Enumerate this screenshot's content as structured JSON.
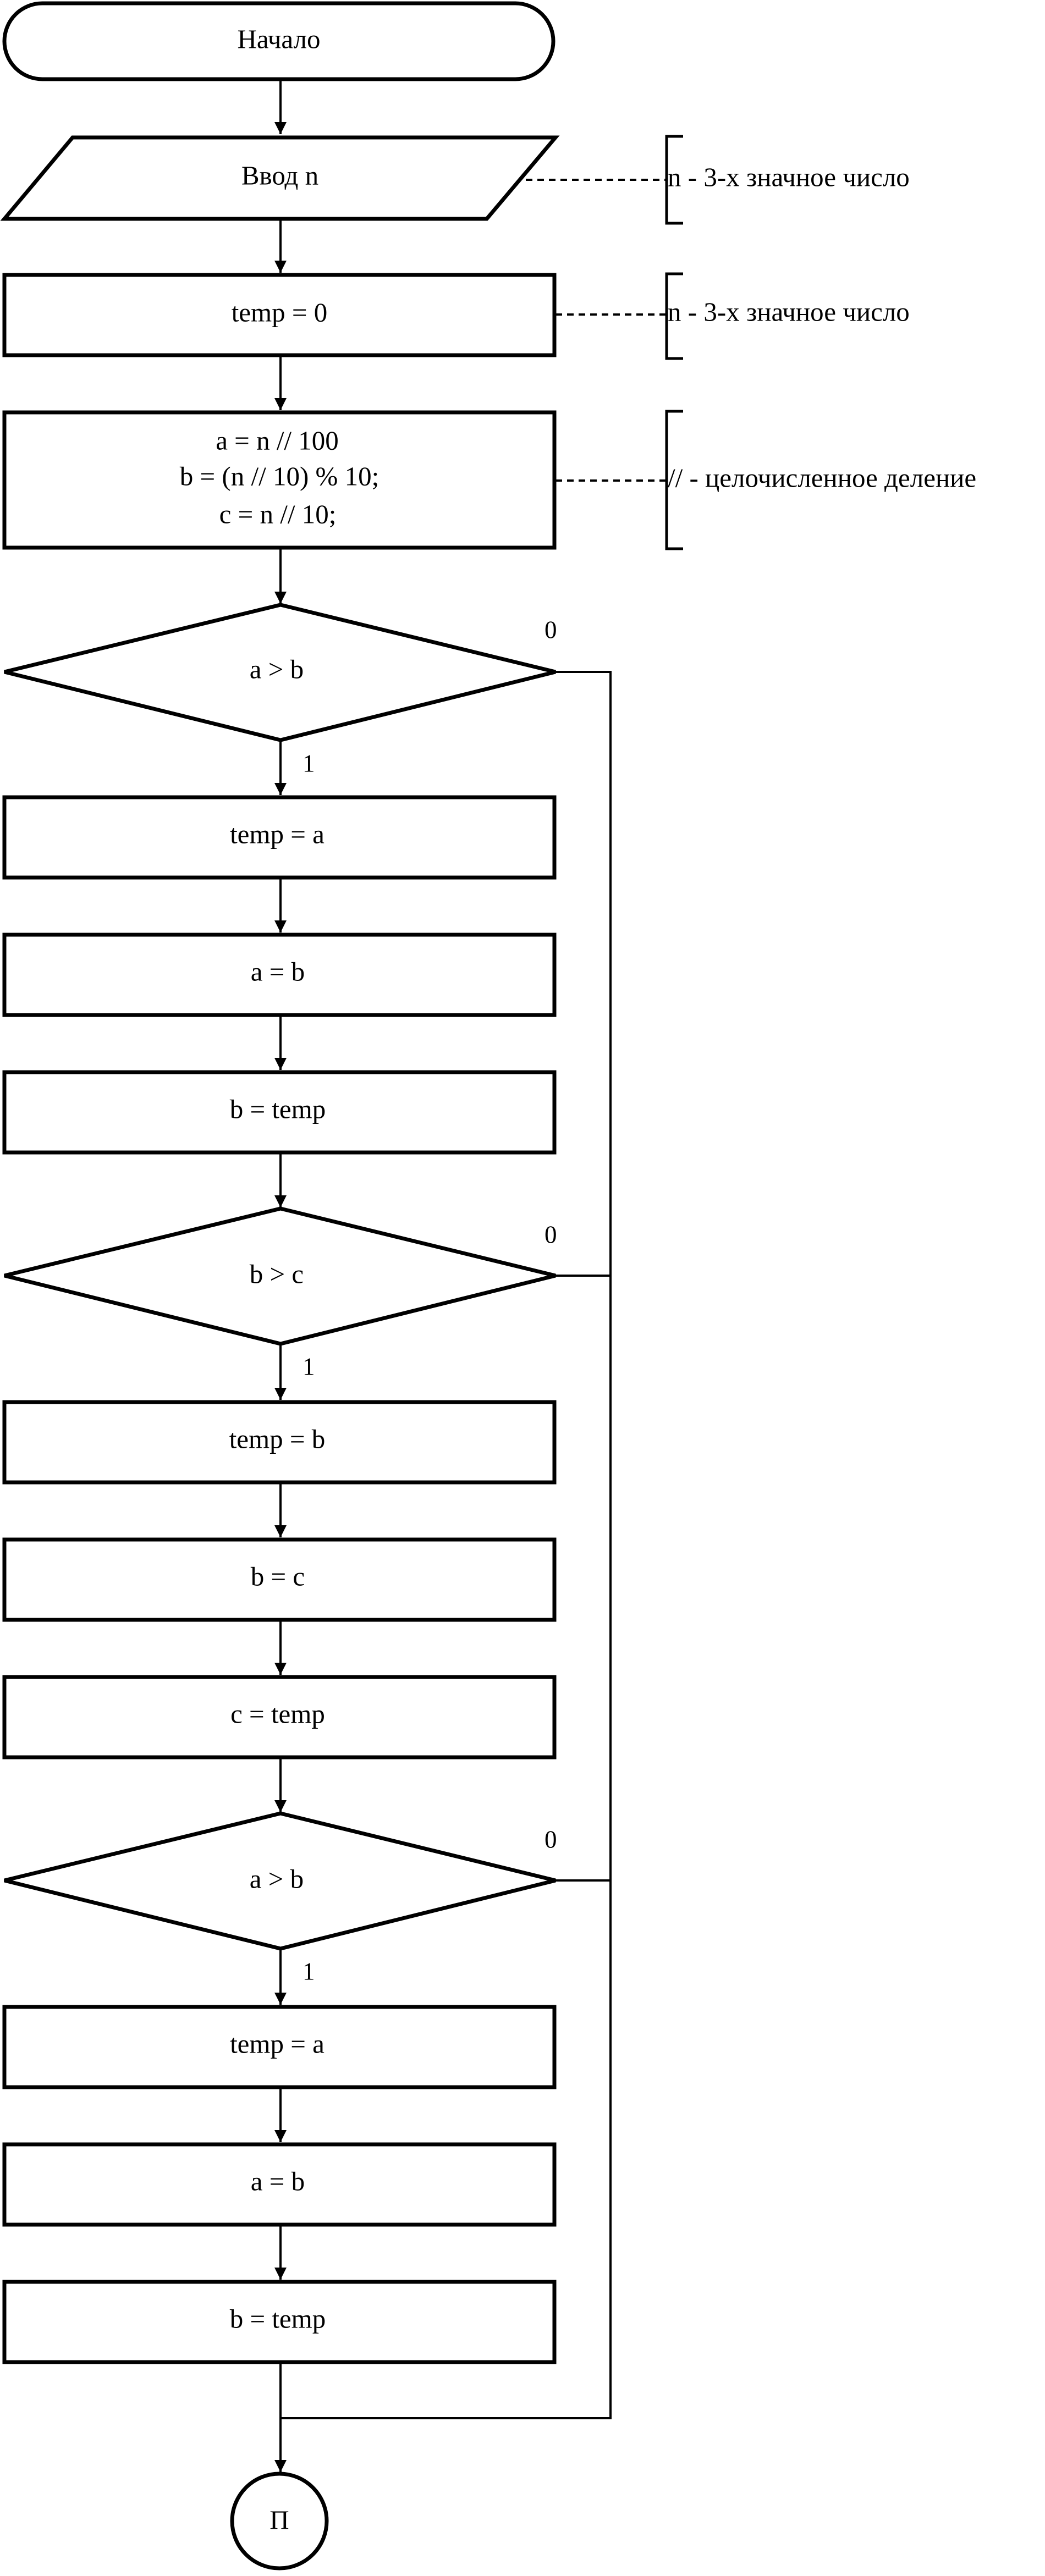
{
  "blocks": {
    "start": "Начало",
    "input": "Ввод n",
    "init": "temp = 0",
    "calc": [
      "a = n // 100",
      "b = (n // 10) % 10;",
      "c = n // 10;"
    ],
    "cond1": "a > b",
    "s1a": "temp = a",
    "s1b": "a = b",
    "s1c": "b = temp",
    "cond2": "b > c",
    "s2a": "temp = b",
    "s2b": "b = c",
    "s2c": "c = temp",
    "cond3": "a > b",
    "s3a": "temp = a",
    "s3b": "a = b",
    "s3c": "b = temp",
    "connector": "П"
  },
  "comments": {
    "input": "n - 3-х значное число",
    "init": "n - 3-х значное число",
    "calc": "// - целочисленное деление"
  },
  "branch_labels": {
    "cond1_yes": "1",
    "cond1_no": "0",
    "cond2_yes": "1",
    "cond2_no": "0",
    "cond3_yes": "1",
    "cond3_no": "0"
  }
}
